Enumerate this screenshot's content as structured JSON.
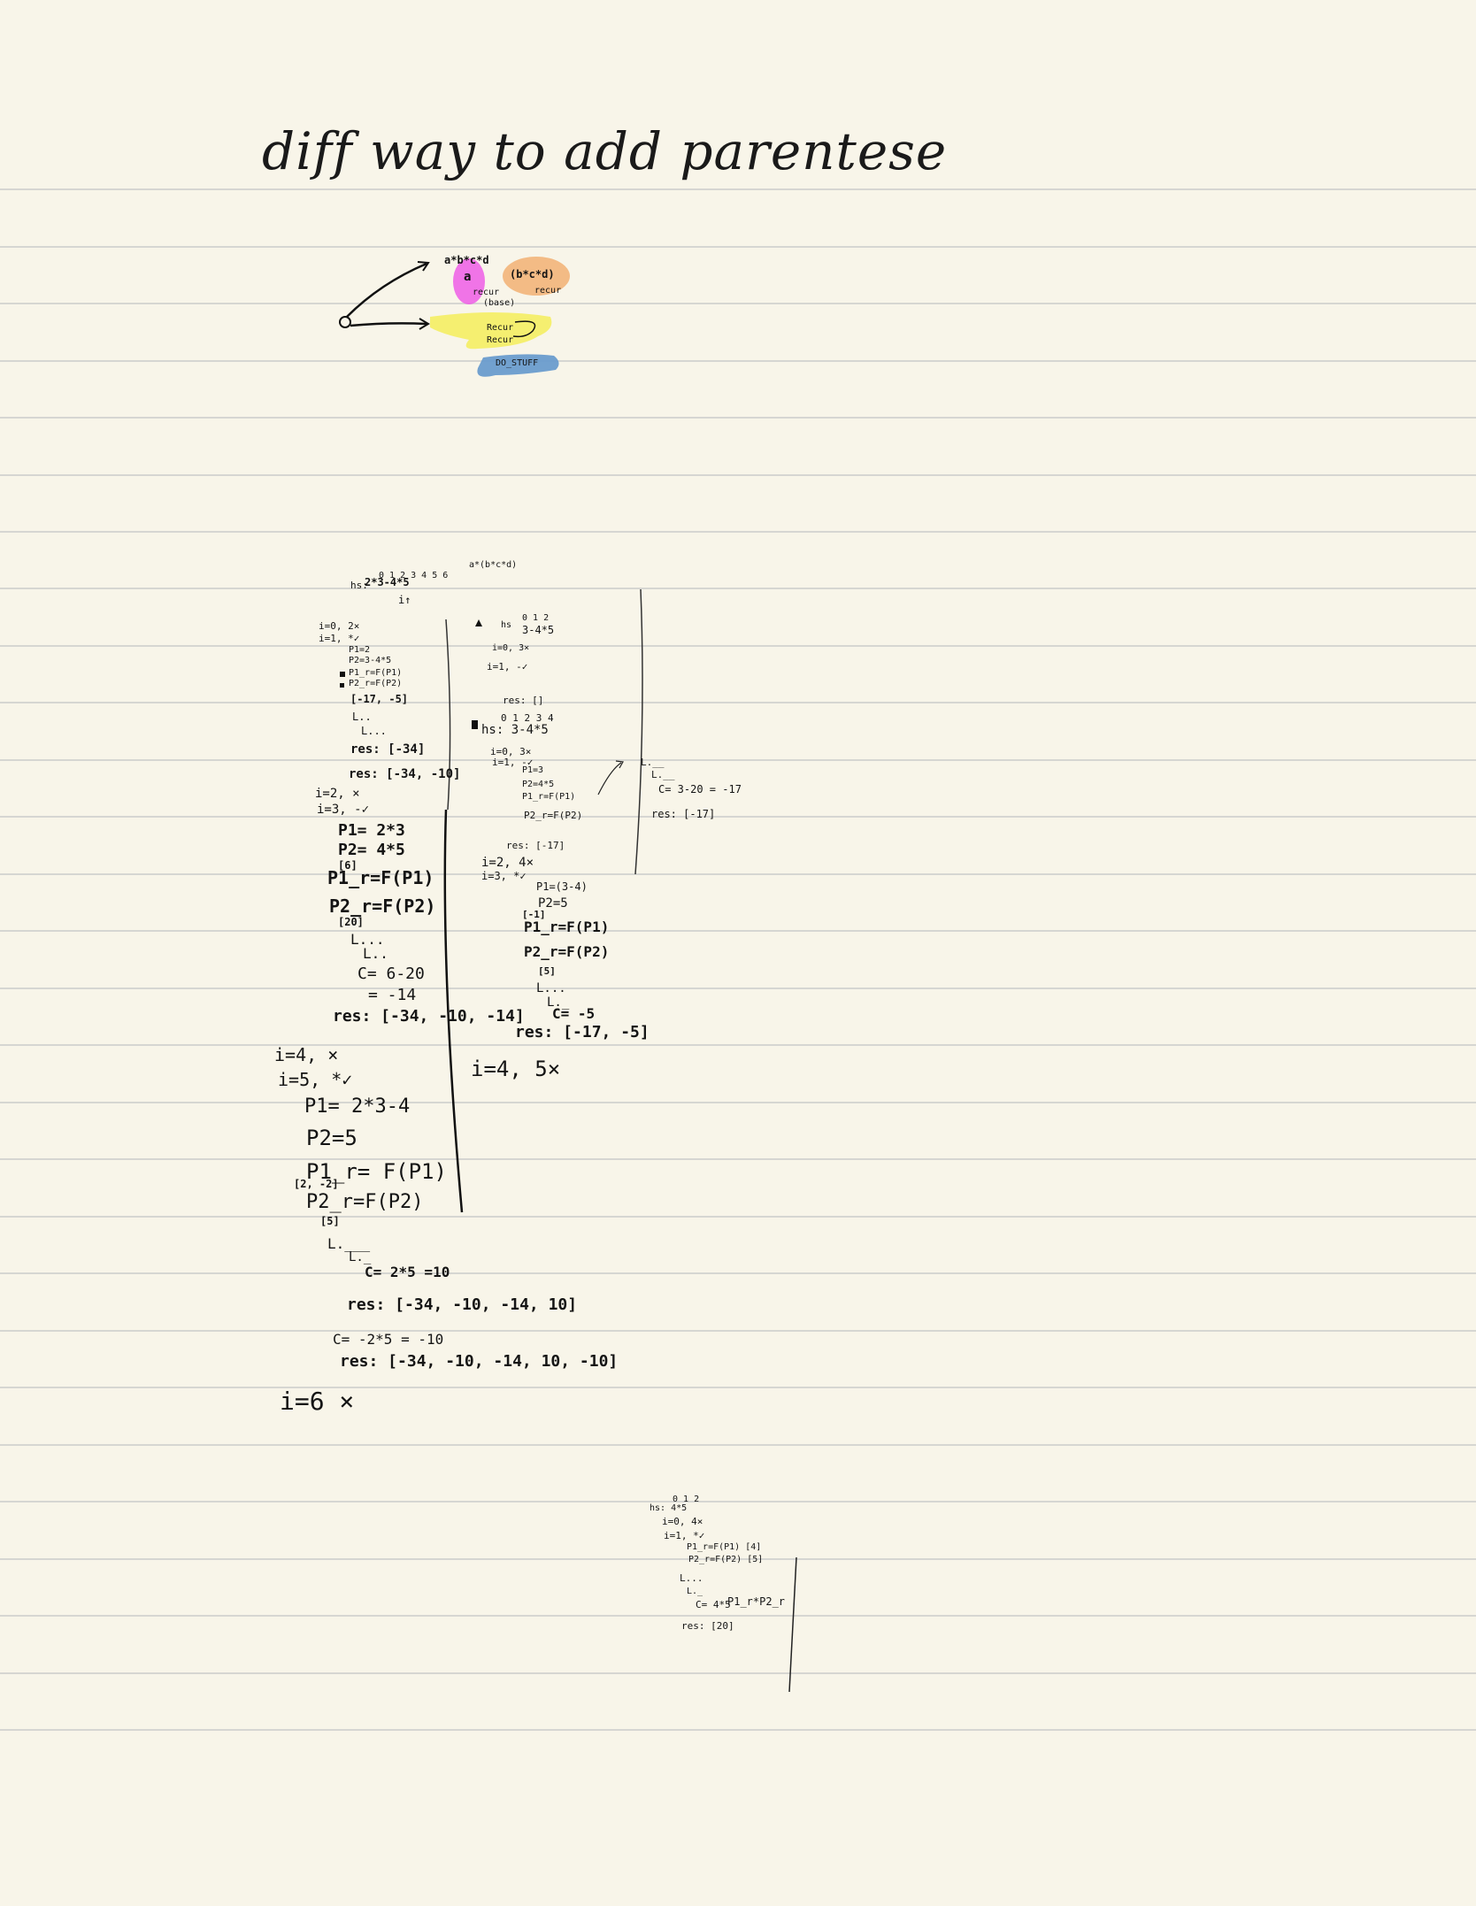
{
  "title": "diff way to add parentese",
  "diagram": {
    "expr": "a*b*c*d",
    "recur_left": "a",
    "recur_right": "(b*c*d)",
    "recur_label_1": "recur",
    "recur_label_2": "(base)",
    "recur_label_3": "recur",
    "yellow_1": "Recur",
    "yellow_2": "Recur",
    "blue": "DO_STUFF"
  },
  "trace_left": [
    "0 1 2 3 4 5 6",
    "hs:",
    "2*3-4*5",
    "i↑",
    "i=0, 2×",
    "i=1, *✓",
    "P1=2",
    "P2=3-4*5",
    "P1_r=F(P1)",
    "P2_r=F(P2)",
    "[-17, -5]",
    "L..",
    "L...",
    "res: [-34]",
    "res: [-34, -10]",
    "i=2, ×",
    "i=3, -✓",
    "P1= 2*3",
    "P2= 4*5",
    "[6]",
    "P1_r=F(P1)",
    "P2_r=F(P2)",
    "[20]",
    "L...",
    "L..",
    "C= 6-20",
    "= -14",
    "res: [-34, -10, -14]",
    "i=4, ×",
    "i=5, *✓",
    "P1= 2*3-4",
    "P2=5",
    "P1_r= F(P1)",
    "[2, -2]",
    "P2_r=F(P2)",
    "[5]",
    "L.___",
    "L._",
    "C= 2*5 =10",
    "res: [-34, -10, -14, 10]",
    "C= -2*5 = -10",
    "res: [-34, -10, -14, 10, -10]",
    "i=6 ×"
  ],
  "trace_middle": [
    "a*(b*c*d)",
    "hs",
    "0 1 2",
    "3-4*5",
    "i=0, 3×",
    "i=1, -✓",
    "res: []",
    "0 1 2 3 4",
    "hs: 3-4*5",
    "i=0, 3×",
    "i=1, -✓",
    "P1=3",
    "P2=4*5",
    "P1_r=F(P1)",
    "P2_r=F(P2)",
    "res: [-17]",
    "i=2, 4×",
    "i=3, *✓",
    "P1=(3-4)",
    "P2=5",
    "[-1]",
    "P1_r=F(P1)",
    "P2_r=F(P2)",
    "[5]",
    "L...",
    "L._",
    "C= -5",
    "res: [-17, -5]",
    "i=4, 5×"
  ],
  "trace_right": [
    "L.__",
    "L.__",
    "C= 3-20 = -17",
    "res: [-17]"
  ],
  "trace_bottom": [
    "0 1 2",
    "hs: 4*5",
    "i=0, 4×",
    "i=1, *✓",
    "P1_r=F(P1) [4]",
    "P2_r=F(P2) [5]",
    "L...",
    "L._",
    "C= 4*5",
    "P1_r*P2_r",
    "res: [20]"
  ]
}
